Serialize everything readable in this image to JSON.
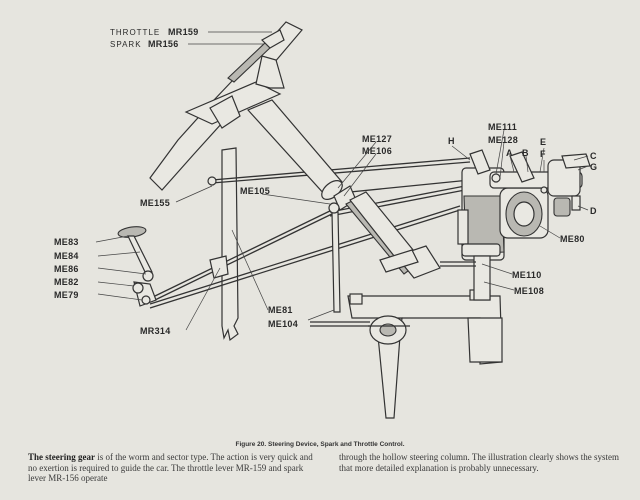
{
  "labels": {
    "throttle_label": "THROTTLE",
    "throttle_part": "MR159",
    "spark_label": "SPARK",
    "spark_part": "MR156",
    "me155": "ME155",
    "me127": "ME127",
    "me106": "ME106",
    "me105": "ME105",
    "h": "H",
    "me111": "ME111",
    "me128": "ME128",
    "a": "A",
    "b": "B",
    "e": "E",
    "f": "F",
    "c": "C",
    "g": "G",
    "d": "D",
    "me80": "ME80",
    "me110": "ME110",
    "me108": "ME108",
    "me83": "ME83",
    "me84": "ME84",
    "me86": "ME86",
    "me82": "ME82",
    "me79": "ME79",
    "mr314": "MR314",
    "me81": "ME81",
    "me104": "ME104"
  },
  "caption": "Figure 20.   Steering Device, Spark and Throttle Control.",
  "body": {
    "col1_lead": "The steering gear",
    "col1_rest": " is of the worm and sector type.  The action is very quick and no exertion is required to guide the car. The throttle lever MR-159 and spark lever MR-156 operate",
    "col2": "through the hollow steering column.  The illustration clearly shows the system that more detailed explanation is probably unnecessary."
  }
}
